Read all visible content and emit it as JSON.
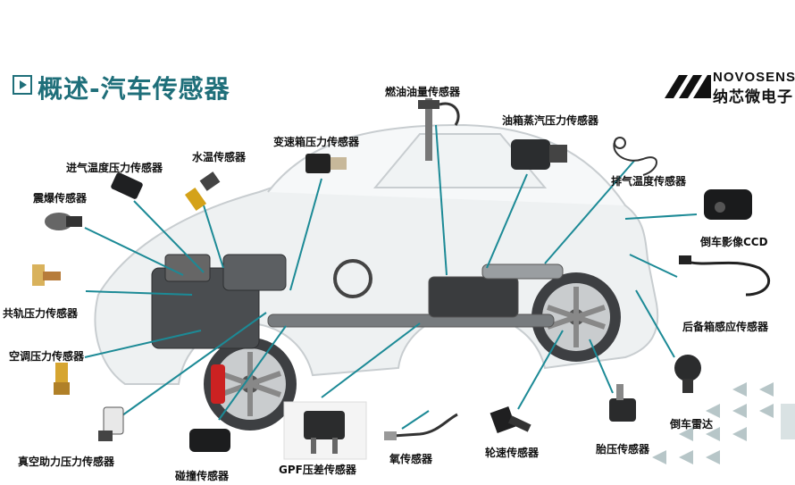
{
  "title": "概述-汽车传感器",
  "brand": {
    "name_en": "NOVOSENSE",
    "name_cn": "纳芯微电子",
    "logo_icon": "ns-logo-icon"
  },
  "colors": {
    "title": "#1f6f7a",
    "leader_line": "#1c8a96",
    "accent_triangles": "#9fb3b6"
  },
  "sensors": {
    "fuel_level": "燃油油量传感器",
    "evap_pressure": "油箱蒸汽压力传感器",
    "transmission_pressure": "变速箱压力传感器",
    "coolant_temp": "水温传感器",
    "intake_temp_pressure": "进气温度压力传感器",
    "knock": "震爆传感器",
    "exhaust_temp": "排气温度传感器",
    "rear_camera": "倒车影像CCD",
    "rail_pressure": "共轨压力传感器",
    "trunk_sensor": "后备箱感应传感器",
    "ac_pressure": "空调压力传感器",
    "parking_radar": "倒车雷达",
    "vacuum_boost": "真空助力压力传感器",
    "collision": "碰撞传感器",
    "gpf_pressure": "GPF压差传感器",
    "oxygen": "氧传感器",
    "wheel_speed": "轮速传感器",
    "tire_pressure": "胎压传感器"
  }
}
